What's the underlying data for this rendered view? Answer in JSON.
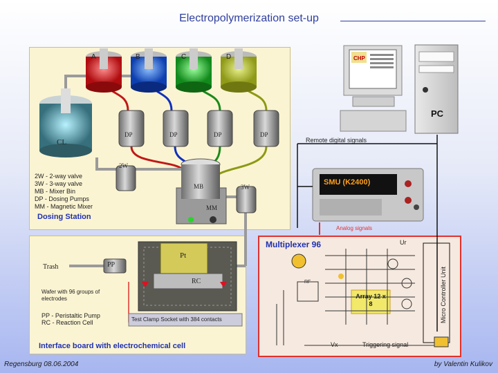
{
  "title": "Electropolymerization set-up",
  "dosing": {
    "heading": "Dosing Station",
    "vessels": [
      "A",
      "B",
      "C",
      "D"
    ],
    "cl_label": "CL",
    "pump_label": "DP",
    "valve2": "2W",
    "valve3": "3W",
    "mixer_bin": "MB",
    "mixer": "MM",
    "legend": [
      "2W  - 2-way valve",
      "3W  - 3-way valve",
      "MB  - Mixer Bin",
      "DP  - Dosing Pumps",
      "MM - Magnetic Mixer"
    ]
  },
  "pc": {
    "label": "PC",
    "screen_logo": "CHP"
  },
  "signals": {
    "remote": "Remote digital signals",
    "analog": "Analog signals",
    "trigger": "Triggering signal"
  },
  "smu": {
    "label": "SMU (K2400)"
  },
  "interface": {
    "heading": "Interface board with electrochemical cell",
    "trash": "Trash",
    "pp": "PP",
    "pt": "Pt",
    "rc": "RC",
    "wafer": "Wafer with 96 groups of electrodes",
    "legend": [
      "PP  - Peristaltic Pump",
      "RC  - Reaction Cell"
    ],
    "clamp": "Test Clamp Socket with 384 contacts"
  },
  "multiplexer": {
    "title": "Multiplexer 96",
    "ur": "Ur",
    "array": "Array 12 x 8",
    "controller": "Micro Controller Unit",
    "vx": "Vx",
    "rf": "RF"
  },
  "footer": {
    "left": "Regensburg 08.06.2004",
    "right": "by Valentin Kulikov"
  }
}
